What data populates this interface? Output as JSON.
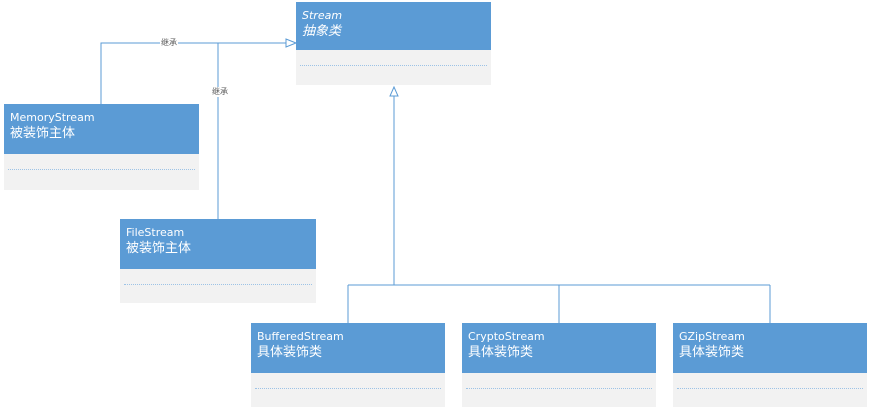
{
  "classes": {
    "stream": {
      "name": "Stream",
      "role": "抽象类"
    },
    "memory_stream": {
      "name": "MemoryStream",
      "role": "被装饰主体"
    },
    "file_stream": {
      "name": "FileStream",
      "role": "被装饰主体"
    },
    "buffered_stream": {
      "name": "BufferedStream",
      "role": "具体装饰类"
    },
    "crypto_stream": {
      "name": "CryptoStream",
      "role": "具体装饰类"
    },
    "gzip_stream": {
      "name": "GZipStream",
      "role": "具体装饰类"
    }
  },
  "edges": {
    "memory_label": "继承",
    "file_label": "继承"
  },
  "colors": {
    "header": "#5b9bd5",
    "body": "#f2f2f2",
    "line": "#5b9bd5"
  }
}
